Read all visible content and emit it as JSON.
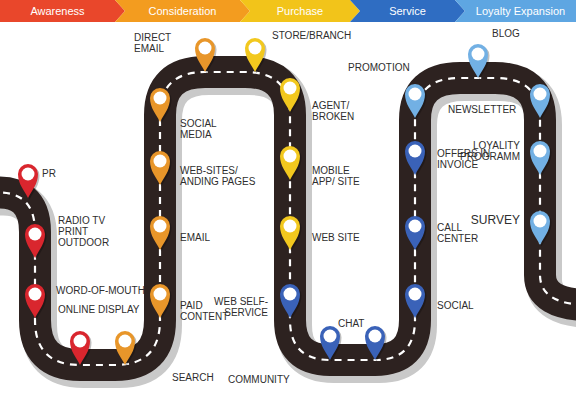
{
  "diagram": {
    "nodes": [
      {
        "text": [
          "Awareness"
        ]
      },
      {
        "text": [
          "Consideration"
        ]
      },
      {
        "text": [
          "Purchase"
        ]
      },
      {
        "text": [
          "Service"
        ]
      },
      {
        "text": [
          "Loyalty Expansion"
        ]
      }
    ],
    "labels": [
      "PR",
      "RADIO TV PRINT OUTDOOR",
      "WORD-OF-MOUTH",
      "ONLINE DISPLAY",
      "SEARCH",
      "PAID CONTENT",
      "EMAIL",
      "WEB-SITES/ ANDING PAGES",
      "SOCIAL MEDIA",
      "DIRECT EMAIL",
      "STORE/BRANCH",
      "AGENT/ BROKEN",
      "MOBILE APP/ SITE",
      "WEB SITE",
      "WEB SELF-SERVICE",
      "COMMUNITY",
      "CHAT",
      "SOCIAL",
      "CALL CENTER",
      "OFFERS IN INVOICE",
      "PROMOTION",
      "BLOG",
      "NEWSLETTER",
      "LOYALITY PROGRAMM",
      "SURVEY"
    ]
  }
}
